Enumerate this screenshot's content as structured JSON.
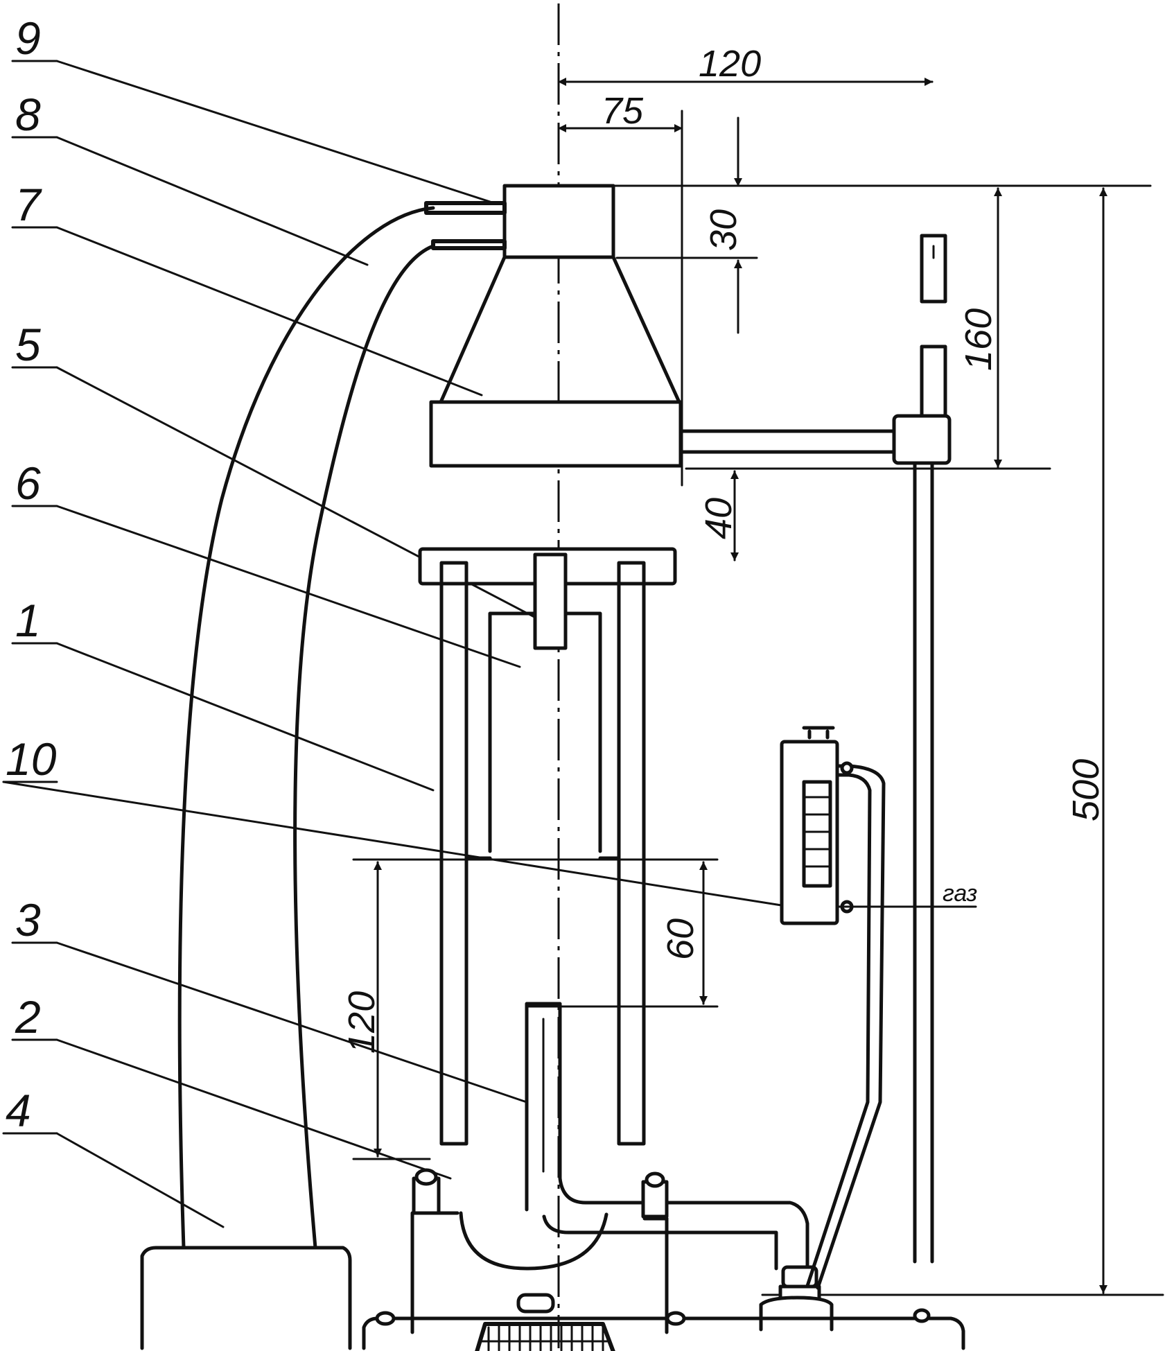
{
  "callouts": [
    "9",
    "8",
    "7",
    "5",
    "6",
    "1",
    "10",
    "3",
    "2",
    "4"
  ],
  "dimensions": {
    "top_width": "120",
    "head_radius": "75",
    "nozzle_height": "30",
    "head_height": "160",
    "gap": "40",
    "total_height": "500",
    "flame_zone": "60",
    "tube_height": "120"
  },
  "labels": {
    "gas": "газ"
  }
}
